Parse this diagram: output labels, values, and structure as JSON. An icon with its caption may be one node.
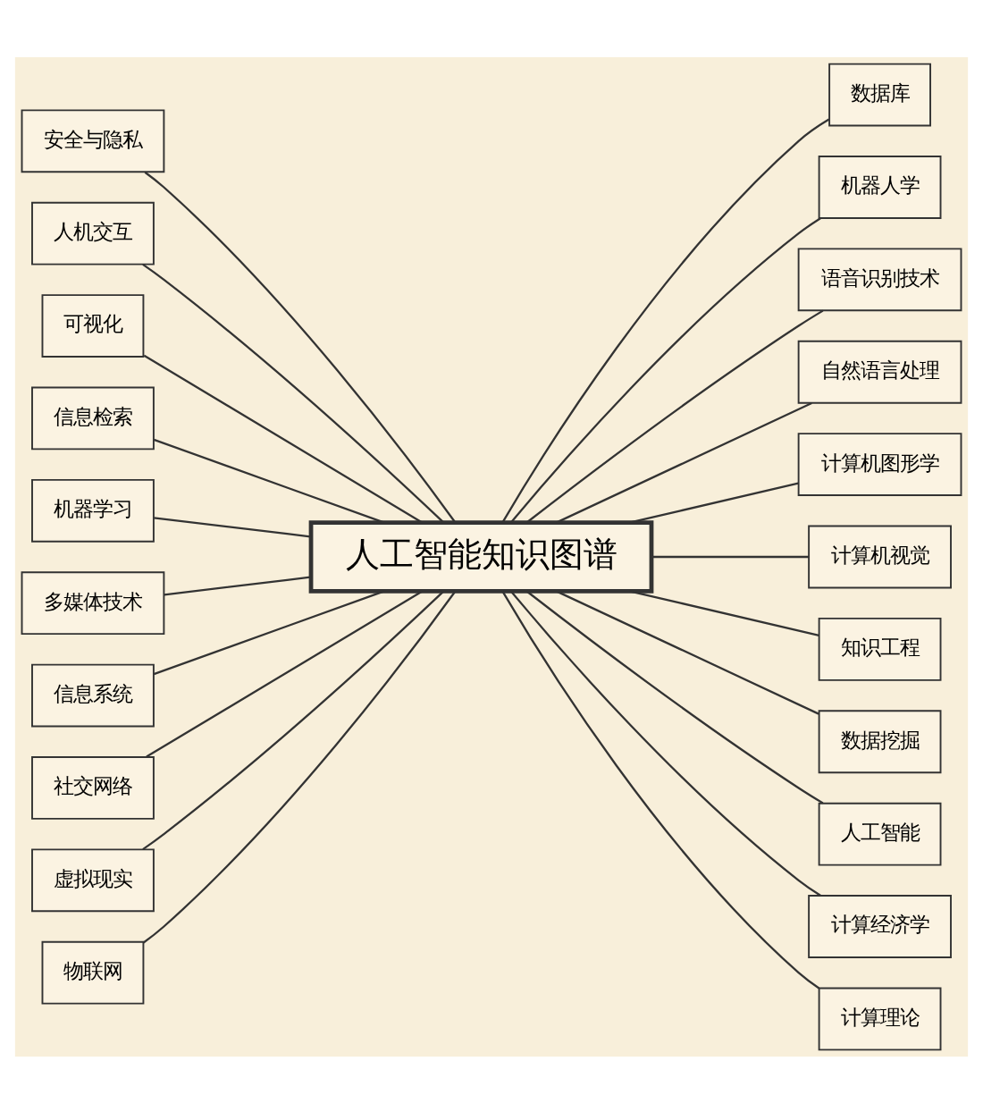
{
  "diagram": {
    "nodes": [
      {
        "text": [
          "人工智能知识图谱"
        ]
      },
      {
        "text": [
          "安全与隐私"
        ]
      },
      {
        "text": [
          "人机交互"
        ]
      },
      {
        "text": [
          "可视化"
        ]
      },
      {
        "text": [
          "信息检索"
        ]
      },
      {
        "text": [
          "机器学习"
        ]
      },
      {
        "text": [
          "多媒体技术"
        ]
      },
      {
        "text": [
          "信息系统"
        ]
      },
      {
        "text": [
          "社交网络"
        ]
      },
      {
        "text": [
          "虚拟现实"
        ]
      },
      {
        "text": [
          "物联网"
        ]
      },
      {
        "text": [
          "数据库"
        ]
      },
      {
        "text": [
          "机器人学"
        ]
      },
      {
        "text": [
          "语音识别技术"
        ]
      },
      {
        "text": [
          "自然语言处理"
        ]
      },
      {
        "text": [
          "计算机图形学"
        ]
      },
      {
        "text": [
          "计算机视觉"
        ]
      },
      {
        "text": [
          "知识工程"
        ]
      },
      {
        "text": [
          "数据挖掘"
        ]
      },
      {
        "text": [
          "人工智能"
        ]
      },
      {
        "text": [
          "计算经济学"
        ]
      },
      {
        "text": [
          "计算理论"
        ]
      }
    ],
    "edges": [
      {
        "from": 0,
        "to": 1,
        "arrow": "none"
      },
      {
        "from": 0,
        "to": 2,
        "arrow": "none"
      },
      {
        "from": 0,
        "to": 3,
        "arrow": "none"
      },
      {
        "from": 0,
        "to": 4,
        "arrow": "none"
      },
      {
        "from": 0,
        "to": 5,
        "arrow": "none"
      },
      {
        "from": 0,
        "to": 6,
        "arrow": "none"
      },
      {
        "from": 0,
        "to": 7,
        "arrow": "none"
      },
      {
        "from": 0,
        "to": 8,
        "arrow": "none"
      },
      {
        "from": 0,
        "to": 9,
        "arrow": "none"
      },
      {
        "from": 0,
        "to": 10,
        "arrow": "none"
      },
      {
        "from": 0,
        "to": 11,
        "arrow": "none"
      },
      {
        "from": 0,
        "to": 12,
        "arrow": "none"
      },
      {
        "from": 0,
        "to": 13,
        "arrow": "none"
      },
      {
        "from": 0,
        "to": 14,
        "arrow": "none"
      },
      {
        "from": 0,
        "to": 15,
        "arrow": "none"
      },
      {
        "from": 0,
        "to": 16,
        "arrow": "none"
      },
      {
        "from": 0,
        "to": 17,
        "arrow": "none"
      },
      {
        "from": 0,
        "to": 18,
        "arrow": "none"
      },
      {
        "from": 0,
        "to": 19,
        "arrow": "none"
      },
      {
        "from": 0,
        "to": 20,
        "arrow": "none"
      },
      {
        "from": 0,
        "to": 21,
        "arrow": "none"
      }
    ]
  }
}
